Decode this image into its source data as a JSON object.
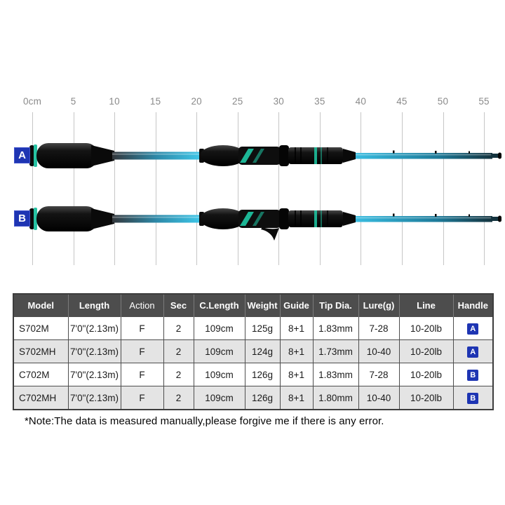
{
  "ruler": {
    "labels": [
      "0cm",
      "5",
      "10",
      "15",
      "20",
      "25",
      "30",
      "35",
      "40",
      "45",
      "50",
      "55"
    ]
  },
  "rods": [
    {
      "badge": "A",
      "type": "spinning-rod"
    },
    {
      "badge": "B",
      "type": "casting-rod"
    }
  ],
  "table": {
    "headers": [
      "Model",
      "Length",
      "Action",
      "Sec",
      "C.Length",
      "Weight",
      "Guide",
      "Tip Dia.",
      "Lure(g)",
      "Line",
      "Handle"
    ],
    "column_keys": [
      "model",
      "length",
      "action",
      "sec",
      "c_length",
      "weight",
      "guide",
      "tip_dia",
      "lure_g",
      "line",
      "handle"
    ],
    "rows": [
      {
        "model": "S702M",
        "length": "7'0\"(2.13m)",
        "action": "F",
        "sec": "2",
        "c_length": "109cm",
        "weight": "125g",
        "guide": "8+1",
        "tip_dia": "1.83mm",
        "lure_g": "7-28",
        "line": "10-20lb",
        "handle": "A"
      },
      {
        "model": "S702MH",
        "length": "7'0\"(2.13m)",
        "action": "F",
        "sec": "2",
        "c_length": "109cm",
        "weight": "124g",
        "guide": "8+1",
        "tip_dia": "1.73mm",
        "lure_g": "10-40",
        "line": "10-20lb",
        "handle": "A"
      },
      {
        "model": "C702M",
        "length": "7'0\"(2.13m)",
        "action": "F",
        "sec": "2",
        "c_length": "109cm",
        "weight": "126g",
        "guide": "8+1",
        "tip_dia": "1.83mm",
        "lure_g": "7-28",
        "line": "10-20lb",
        "handle": "B"
      },
      {
        "model": "C702MH",
        "length": "7'0\"(2.13m)",
        "action": "F",
        "sec": "2",
        "c_length": "109cm",
        "weight": "126g",
        "guide": "8+1",
        "tip_dia": "1.80mm",
        "lure_g": "10-40",
        "line": "10-20lb",
        "handle": "B"
      }
    ]
  },
  "note": "*Note:The data is measured manually,please forgive me if there is any error.",
  "colors": {
    "badge_blue": "#1e35b3",
    "table_header_bg": "#4d4d4d",
    "table_row_alt_bg": "#e4e4e4",
    "table_border": "#4a4a4a",
    "rod_blank_cyan": "#38bce0",
    "rod_accent_teal": "#1fc9a5",
    "ruler_text": "#8a8a8a",
    "gridline": "#c6c6c6"
  }
}
